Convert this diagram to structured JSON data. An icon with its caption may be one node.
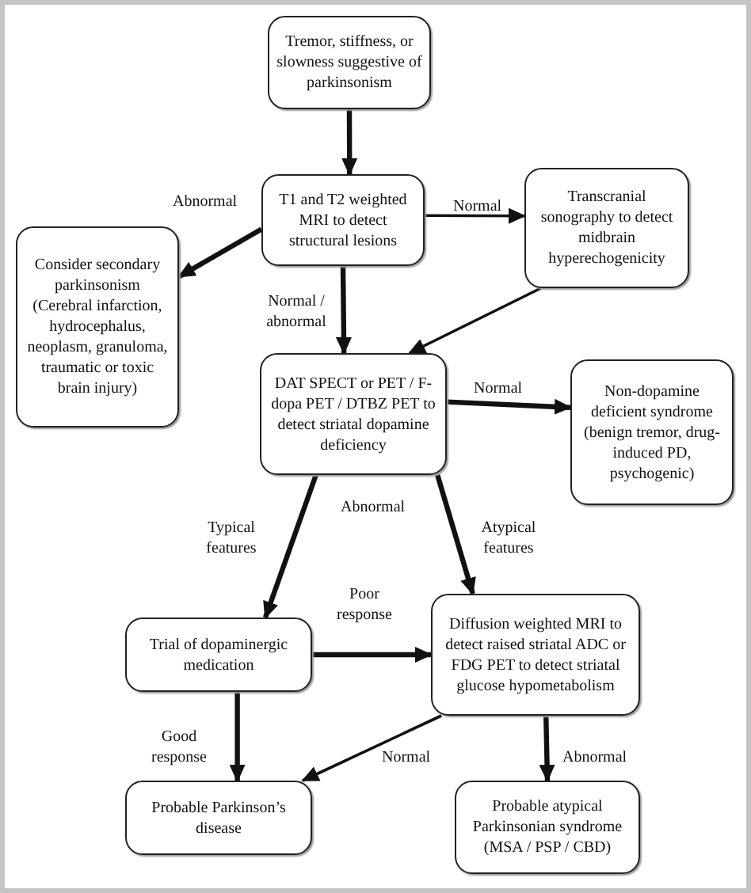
{
  "diagram": {
    "nodes": [
      {
        "text": [
          "Tremor, stiffness, or slowness suggestive of parkinsonism"
        ]
      },
      {
        "text": [
          "T1 and T2 weighted MRI to detect structural lesions"
        ]
      },
      {
        "text": [
          "Transcranial sonography to detect midbrain hyperechogenicity"
        ]
      },
      {
        "text": [
          "Consider secondary parkinsonism (Cerebral infarction, hydrocephalus, neoplasm, granuloma, traumatic or toxic brain injury)"
        ]
      },
      {
        "text": [
          "DAT SPECT or PET / F-dopa PET / DTBZ PET to detect striatal dopamine deficiency"
        ]
      },
      {
        "text": [
          "Non-dopamine deficient syndrome (benign tremor, drug-induced PD, psychogenic)"
        ]
      },
      {
        "text": [
          "Trial of dopaminergic medication"
        ]
      },
      {
        "text": [
          "Diffusion weighted MRI to detect raised striatal ADC or FDG PET to detect striatal glucose hypometabolism"
        ]
      },
      {
        "text": [
          "Probable Parkinson’s disease"
        ]
      },
      {
        "text": [
          "Probable atypical Parkinsonian syndrome (MSA / PSP / CBD)"
        ]
      }
    ],
    "edges": [
      {
        "from": 0,
        "to": 1,
        "arrow": "to"
      },
      {
        "from": 1,
        "to": 3,
        "arrow": "to",
        "label": "Abnormal"
      },
      {
        "from": 1,
        "to": 2,
        "arrow": "to",
        "label": "Normal"
      },
      {
        "from": 1,
        "to": 4,
        "arrow": "to",
        "label": "Normal / abnormal"
      },
      {
        "from": 2,
        "to": 4,
        "arrow": "to"
      },
      {
        "from": 4,
        "to": 5,
        "arrow": "to",
        "label": "Normal"
      },
      {
        "from": 4,
        "to": 6,
        "arrow": "to",
        "label": "Typical features"
      },
      {
        "from": 4,
        "to": 7,
        "arrow": "to",
        "label": "Atypical features"
      },
      {
        "from": 6,
        "to": 7,
        "arrow": "to",
        "label": "Poor response"
      },
      {
        "from": 6,
        "to": 8,
        "arrow": "to",
        "label": "Good response"
      },
      {
        "from": 7,
        "to": 8,
        "arrow": "to",
        "label": "Normal"
      },
      {
        "from": 7,
        "to": 9,
        "arrow": "to",
        "label": "Abnormal"
      }
    ],
    "labels": [
      "Abnormal"
    ]
  }
}
